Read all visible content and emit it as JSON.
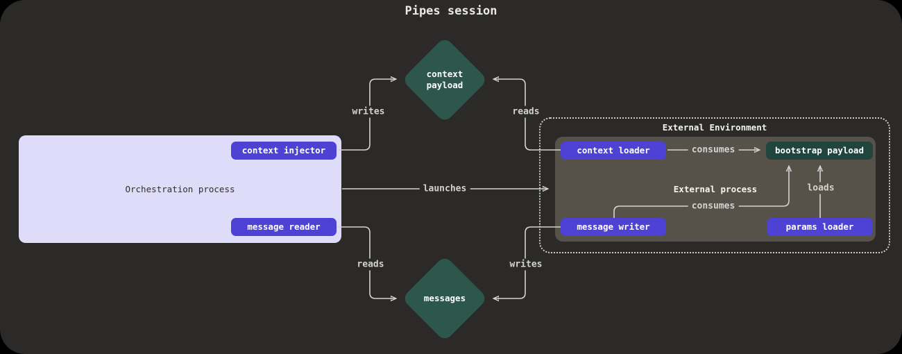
{
  "title": "Pipes session",
  "colors": {
    "page_bg": "#000000",
    "canvas_bg": "#2b2a28",
    "accent_purple": "#4e42d4",
    "diamond_green": "#2d564c",
    "payload_green": "#20453c",
    "orchestration_bg": "#dedcf9",
    "process_gray": "#56524a",
    "edge_line": "#d4d4d4"
  },
  "nodes": {
    "context_payload": {
      "label": "context payload"
    },
    "messages": {
      "label": "messages"
    },
    "orchestration": {
      "label": "Orchestration process"
    },
    "context_injector": {
      "label": "context injector"
    },
    "message_reader": {
      "label": "message reader"
    },
    "external_environment": {
      "label": "External Environment"
    },
    "external_process": {
      "label": "External process"
    },
    "context_loader": {
      "label": "context loader"
    },
    "bootstrap_payload": {
      "label": "bootstrap payload"
    },
    "message_writer": {
      "label": "message writer"
    },
    "params_loader": {
      "label": "params loader"
    }
  },
  "edges": {
    "injector_writes": {
      "label": "writes",
      "from": "context injector",
      "to": "context payload"
    },
    "loader_reads": {
      "label": "reads",
      "from": "context loader",
      "to": "context payload"
    },
    "launches": {
      "label": "launches",
      "from": "Orchestration process",
      "to": "External process"
    },
    "loader_consumes": {
      "label": "consumes",
      "from": "context loader",
      "to": "bootstrap payload"
    },
    "writer_consumes": {
      "label": "consumes",
      "from": "message writer",
      "to": "bootstrap payload"
    },
    "params_loads": {
      "label": "loads",
      "from": "params loader",
      "to": "bootstrap payload"
    },
    "reader_reads": {
      "label": "reads",
      "from": "message reader",
      "to": "messages"
    },
    "writer_writes": {
      "label": "writes",
      "from": "message writer",
      "to": "messages"
    }
  }
}
